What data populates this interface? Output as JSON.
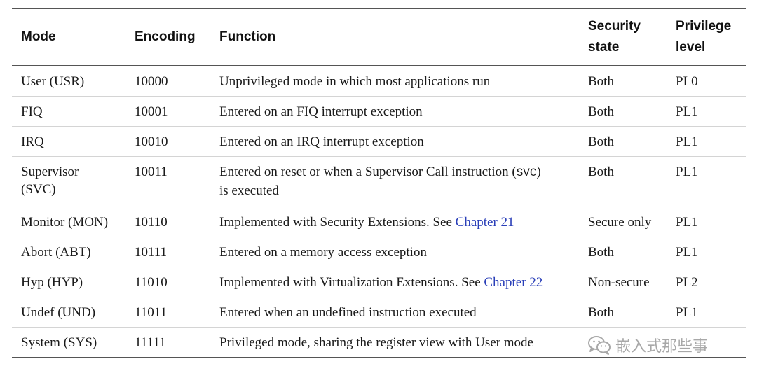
{
  "headers": {
    "mode": "Mode",
    "encoding": "Encoding",
    "function": "Function",
    "security_line1": "Security",
    "security_line2": "state",
    "privilege_line1": "Privilege",
    "privilege_line2": "level"
  },
  "rows": [
    {
      "mode": "User (USR)",
      "encoding": "10000",
      "function": "Unprivileged mode in which most applications run",
      "security": "Both",
      "privilege": "PL0"
    },
    {
      "mode": "FIQ",
      "encoding": "10001",
      "function": "Entered on an FIQ interrupt exception",
      "security": "Both",
      "privilege": "PL1"
    },
    {
      "mode": "IRQ",
      "encoding": "10010",
      "function": "Entered on an IRQ interrupt exception",
      "security": "Both",
      "privilege": "PL1"
    },
    {
      "mode_line1": "Supervisor",
      "mode_line2": "(SVC)",
      "encoding": "10011",
      "function_prefix": "Entered on reset or when a Supervisor Call instruction (",
      "function_code": "SVC",
      "function_suffix": ")",
      "function_line2": "is executed",
      "security": "Both",
      "privilege": "PL1"
    },
    {
      "mode": "Monitor (MON)",
      "encoding": "10110",
      "function_prefix": "Implemented with Security Extensions. See ",
      "function_link": "Chapter 21",
      "security": "Secure only",
      "privilege": "PL1"
    },
    {
      "mode": "Abort (ABT)",
      "encoding": "10111",
      "function": "Entered on a memory access exception",
      "security": "Both",
      "privilege": "PL1"
    },
    {
      "mode": "Hyp (HYP)",
      "encoding": "11010",
      "function_prefix": "Implemented with Virtualization Extensions. See ",
      "function_link": "Chapter 22",
      "security": "Non-secure",
      "privilege": "PL2"
    },
    {
      "mode": "Undef (UND)",
      "encoding": "11011",
      "function": "Entered when an undefined instruction executed",
      "security": "Both",
      "privilege": "PL1"
    },
    {
      "mode": "System (SYS)",
      "encoding": "11111",
      "function": "Privileged mode, sharing the register view with User mode",
      "security": "",
      "privilege": ""
    }
  ],
  "watermark": {
    "text": "嵌入式那些事",
    "icon": "wechat-icon"
  },
  "colors": {
    "link": "#2a3fb8",
    "rule": "#555555",
    "row_divider": "#d4d4d4",
    "watermark": "#9a9a9a"
  }
}
